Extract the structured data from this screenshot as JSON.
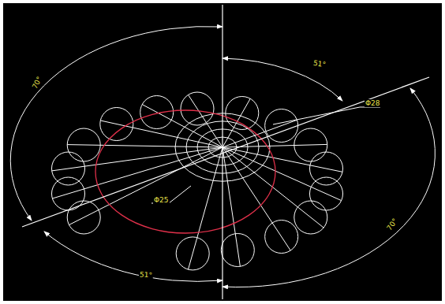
{
  "diagram": {
    "labels": [
      "70°",
      "51°",
      "Φ28",
      "Φ25",
      "70°",
      "51°"
    ]
  }
}
